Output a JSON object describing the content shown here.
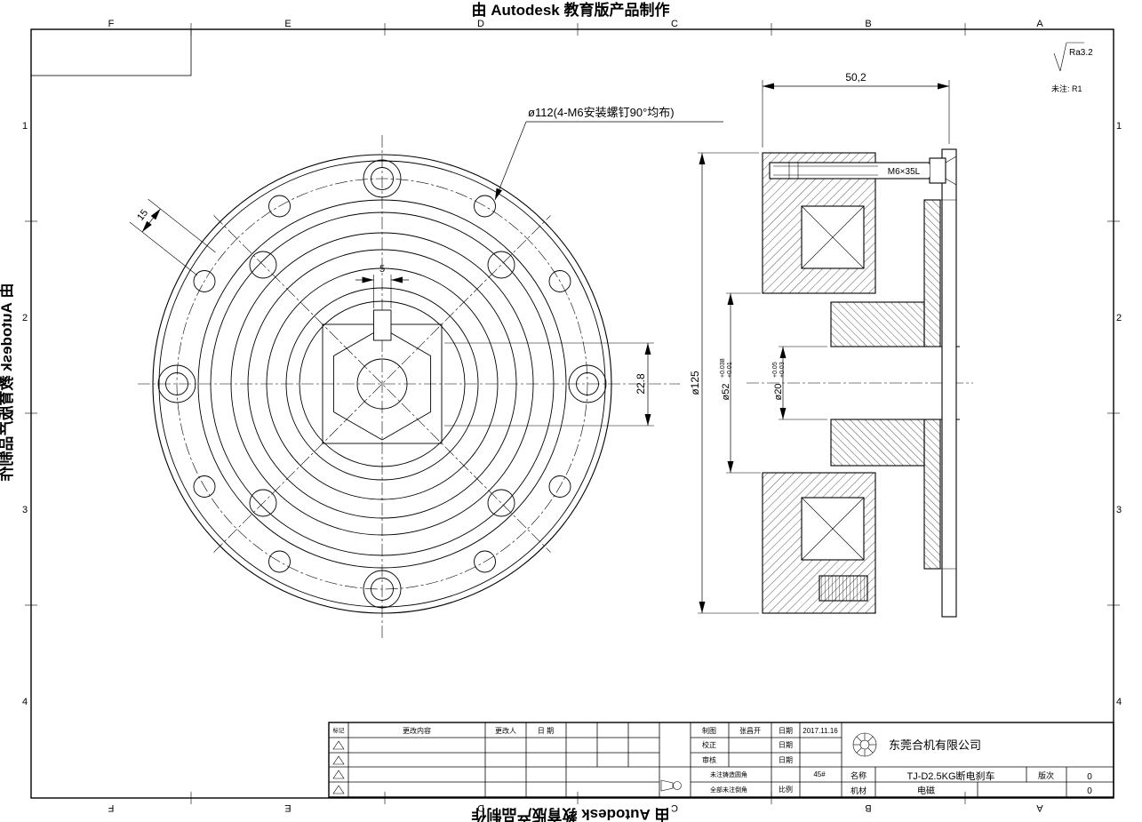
{
  "banner": "由 Autodesk 教育版产品制作",
  "frame": {
    "cols": [
      "F",
      "E",
      "D",
      "C",
      "B",
      "A"
    ],
    "rows": [
      "1",
      "2",
      "3",
      "4"
    ]
  },
  "front": {
    "leader": "ø112(4-M6安装螺钉90°均布)",
    "dim15": "15",
    "dim5": "5",
    "dim228": "22.8"
  },
  "section": {
    "dim502": "50,2",
    "od": "ø125",
    "d52": "ø52",
    "d52up": "+0.038",
    "d52dn": "+0.01",
    "d20": "ø20",
    "d20up": "+0.05",
    "d20dn": "+0.03",
    "bolt": "M6×35L"
  },
  "notes": {
    "ra": "Ra3.2",
    "unspecified": "未注: R1"
  },
  "tb": {
    "mark": "标记",
    "content": "更改内容",
    "by": "更改人",
    "date_h": "日 期",
    "draw": "制图",
    "drawn_by": "张昌开",
    "date_l": "日期",
    "date": "2017.11.16",
    "check": "校正",
    "audit": "审核",
    "note1": "未注铸造圆角",
    "note2": "全部未注倒角",
    "material": "45#",
    "scale": "比例",
    "company": "东莞合机有限公司",
    "name_l": "名称",
    "part": "TJ-D2.5KG断电刹车",
    "ver_l": "版次",
    "ver": "0",
    "mat2_l": "机材",
    "mat2": "电磁"
  }
}
